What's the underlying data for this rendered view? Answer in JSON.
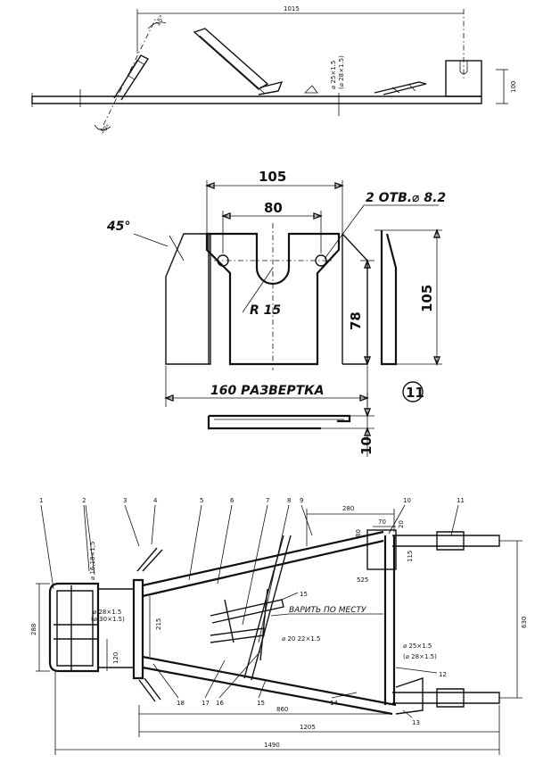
{
  "side_view": {
    "dim_total": "1015",
    "angle_top": "15°",
    "angle_bottom": "30°",
    "tube_note_1": "⌀ 25×1.5",
    "tube_note_2": "(⌀ 28×1.5)",
    "dim_height": "100"
  },
  "bracket": {
    "dim_width": "105",
    "dim_slot": "80",
    "holes_note": "2 ОТВ.⌀ 8.2",
    "angle": "45°",
    "radius": "R 15",
    "dim_height": "78",
    "side_height": "105",
    "development_label": "160 РАЗВЕРТКА",
    "part_number": "11",
    "dim_flange": "10"
  },
  "frame_plan": {
    "callouts_top": [
      "1",
      "2",
      "3",
      "4",
      "5",
      "6",
      "7",
      "8",
      "9",
      "10",
      "11"
    ],
    "callouts_bottom": [
      "18",
      "17",
      "16",
      "15",
      "14",
      "13",
      "12"
    ],
    "callout_15_upper": "15",
    "tube_small": "⌀ 16,18×1,5",
    "tube_main_1": "⌀ 28×1.5",
    "tube_main_2": "(⌀ 30×1.5)",
    "weld_note": "ВАРИТЬ ПО МЕСТУ",
    "tube_cross": "⌀ 20 22×1.5",
    "tube_rear_1": "⌀ 25×1.5",
    "tube_rear_2": "(⌀ 28×1.5)",
    "dim_280_top": "280",
    "dim_70": "70",
    "dim_20": "20",
    "dim_80": "80",
    "dim_115": "115",
    "dim_525": "525",
    "dim_630": "630",
    "dim_288": "288",
    "dim_215": "215",
    "dim_120": "120",
    "dim_860": "860",
    "dim_1205": "1205",
    "dim_1490": "1490"
  }
}
